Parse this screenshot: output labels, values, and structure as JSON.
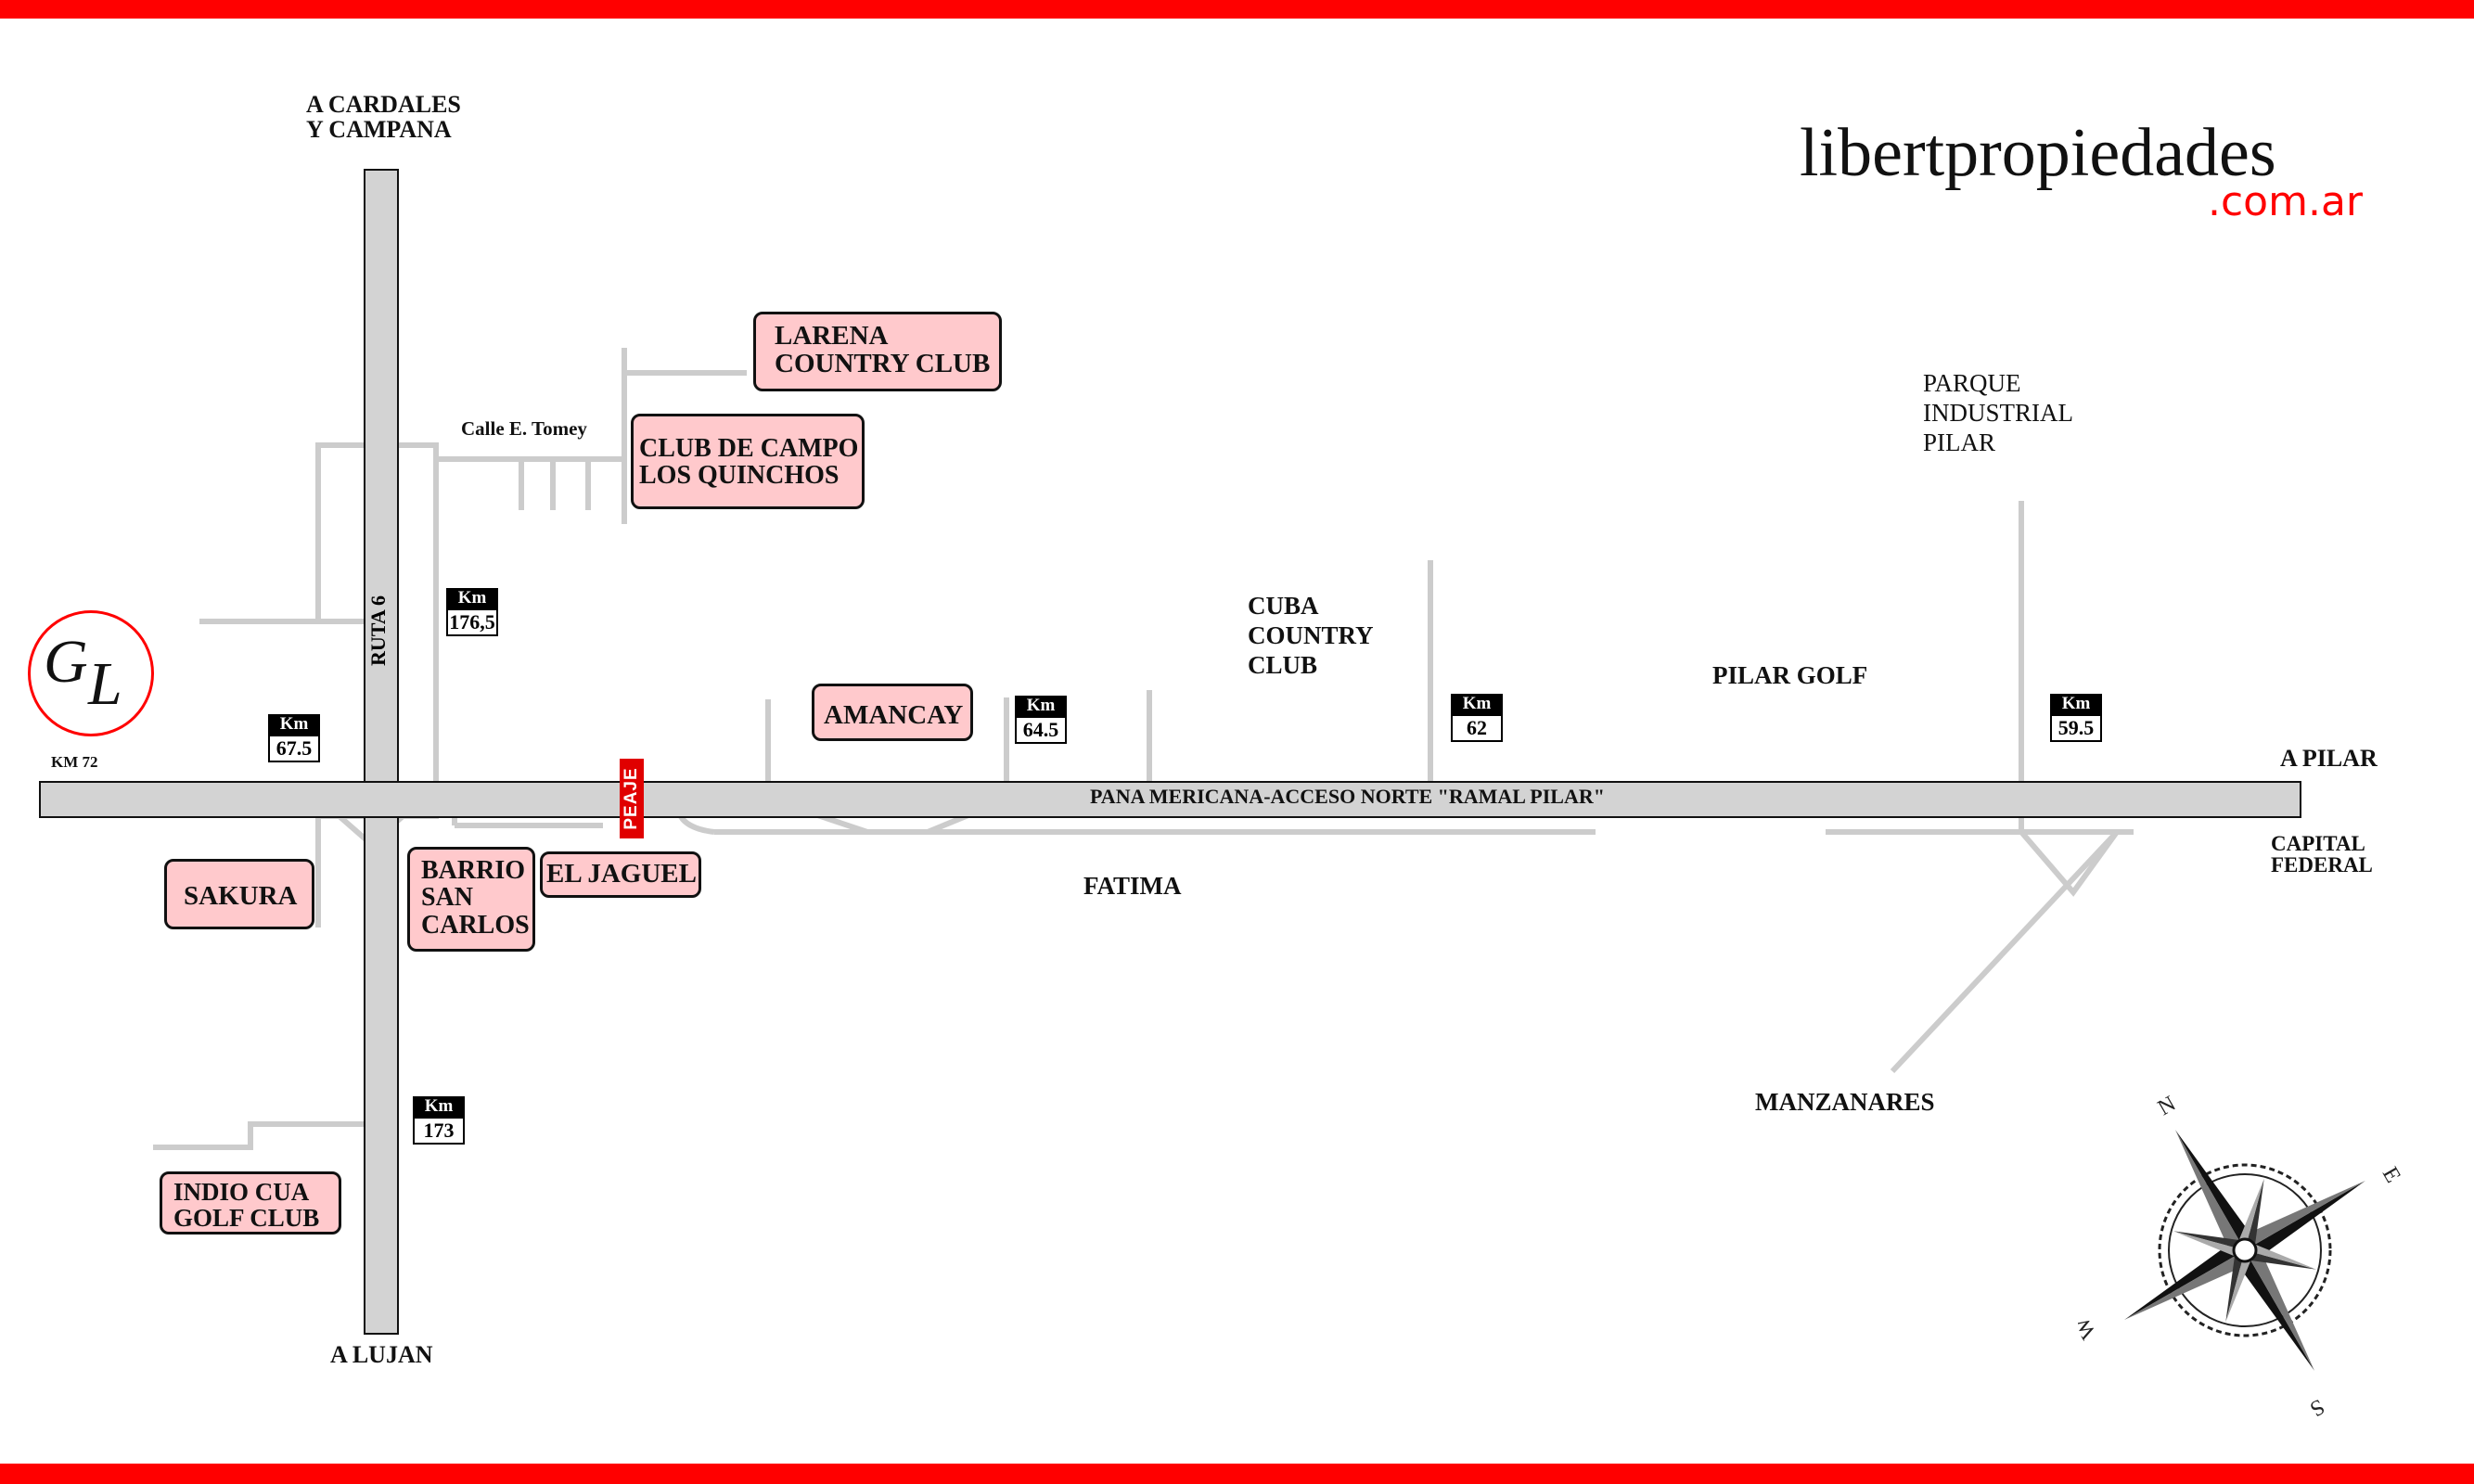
{
  "logo": {
    "name": "libertpropiedades",
    "suffix": ".com.ar"
  },
  "emblem": {
    "first": "G",
    "second": "L"
  },
  "highway": {
    "label": "PANA MERICANA-ACCESO NORTE \"RAMAL PILAR\""
  },
  "route6": {
    "label": "RUTA 6"
  },
  "toll": {
    "label": "PEAJE"
  },
  "directions": {
    "north": [
      "A CARDALES",
      "Y CAMPANA"
    ],
    "south": "A LUJAN",
    "east": "A PILAR",
    "capital": [
      "CAPITAL",
      "FEDERAL"
    ],
    "km72": "KM 72"
  },
  "street": {
    "tomey": "Calle E. Tomey"
  },
  "places": {
    "cuba": [
      "CUBA",
      "COUNTRY",
      "CLUB"
    ],
    "pilar_golf": "PILAR GOLF",
    "parque": [
      "PARQUE",
      "INDUSTRIAL",
      "PILAR"
    ],
    "fatima": "FATIMA",
    "manzanares": "MANZANARES"
  },
  "clubs": {
    "larena": [
      "LARENA",
      "COUNTRY CLUB"
    ],
    "quinchos": [
      "CLUB DE CAMPO",
      "LOS QUINCHOS"
    ],
    "amancay": "AMANCAY",
    "sakura": "SAKURA",
    "san_carlos": [
      "BARRIO",
      "SAN",
      "CARLOS"
    ],
    "jaguel": "EL JAGUEL",
    "indio": [
      "INDIO CUA",
      "GOLF CLUB"
    ]
  },
  "km_markers": {
    "header": "Km",
    "m1765": "176,5",
    "m675": "67.5",
    "m645": "64.5",
    "m62": "62",
    "m595": "59.5",
    "m173": "173"
  },
  "compass": {
    "n": "N",
    "e": "E",
    "s": "S",
    "w": "W"
  },
  "colors": {
    "frame": "#ff0000",
    "club_fill": "#ffc9cc",
    "road_fill": "#d3d3d3",
    "minor_road": "#cccccc"
  }
}
